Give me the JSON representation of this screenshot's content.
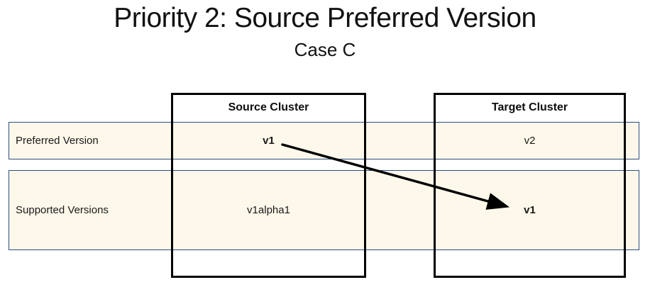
{
  "slide": {
    "title": "Priority 2: Source Preferred Version",
    "subtitle": "Case C"
  },
  "clusters": [
    {
      "label": "Source Cluster"
    },
    {
      "label": "Target Cluster"
    }
  ],
  "rows": [
    {
      "label": "Preferred Version",
      "source_value": "v1",
      "target_value": "v2"
    },
    {
      "label": "Supported Versions",
      "source_value": "v1alpha1",
      "target_value": "v1"
    }
  ],
  "arrow": {
    "description": "arrow from source preferred v1 to target supported v1",
    "color": "#000000"
  },
  "colors": {
    "band_fill": "#FDF8EA",
    "band_border": "#2A4E7C",
    "box_border": "#000000"
  }
}
